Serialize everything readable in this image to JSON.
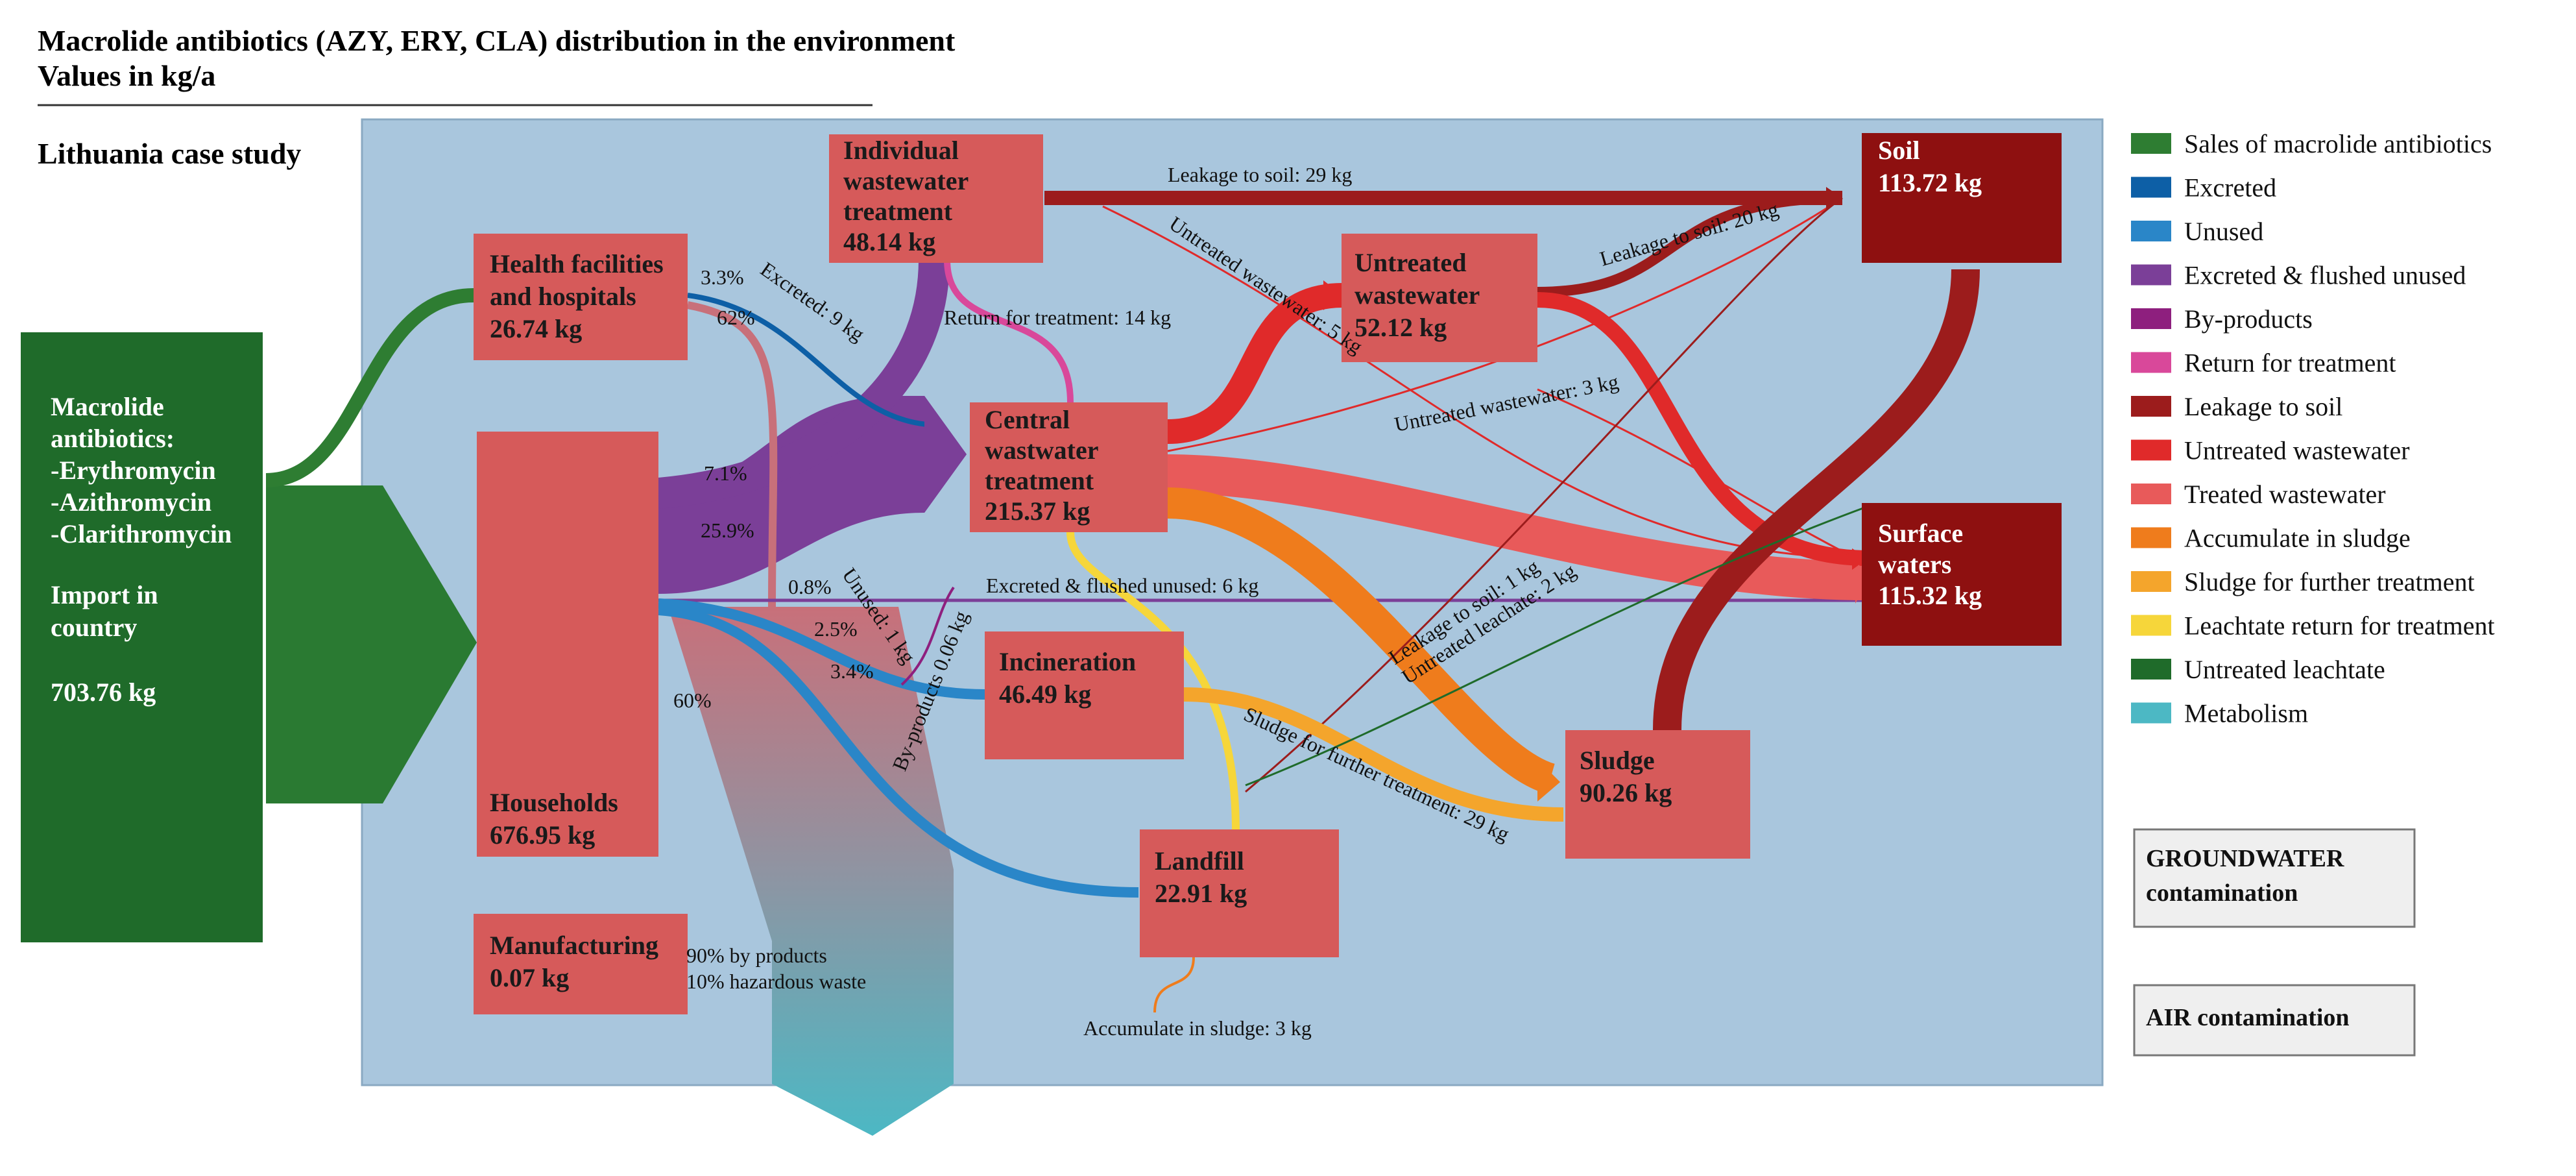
{
  "title": {
    "line1": "Macrolide antibiotics (AZY, ERY, CLA) distribution in the environment",
    "line2": "Values in kg/a"
  },
  "case_study": "Lithuania case study",
  "nodes": {
    "macrolide": {
      "lines": [
        "Macrolide",
        "antibiotics:",
        "-Erythromycin",
        "-Azithromycin",
        "-Clarithromycin"
      ],
      "import_lines": [
        "Import in",
        "country"
      ],
      "value": "703.76 kg"
    },
    "health": {
      "lines": [
        "Health facilities",
        "and hospitals"
      ],
      "value": "26.74 kg"
    },
    "households": {
      "lines": [
        "Households"
      ],
      "value": "676.95 kg"
    },
    "manufacturing": {
      "lines": [
        "Manufacturing"
      ],
      "value": "0.07 kg"
    },
    "individual": {
      "lines": [
        "Individual",
        "wastewater",
        "treatment"
      ],
      "value": "48.14 kg"
    },
    "central": {
      "lines": [
        "Central",
        "wastwater",
        "treatment"
      ],
      "value": "215.37 kg"
    },
    "untreated": {
      "lines": [
        "Untreated",
        "wastewater"
      ],
      "value": "52.12 kg"
    },
    "soil": {
      "lines": [
        "Soil"
      ],
      "value": "113.72 kg"
    },
    "surface": {
      "lines": [
        "Surface",
        "waters"
      ],
      "value": "115.32 kg"
    },
    "incineration": {
      "lines": [
        "Incineration"
      ],
      "value": "46.49 kg"
    },
    "landfill": {
      "lines": [
        "Landfill"
      ],
      "value": "22.91 kg"
    },
    "sludge": {
      "lines": [
        "Sludge"
      ],
      "value": "90.26 kg"
    }
  },
  "flow_labels": {
    "pct_33": "3.3%",
    "pct_62": "62%",
    "pct_71": "7.1%",
    "pct_259": "25.9%",
    "pct_08": "0.8%",
    "pct_25": "2.5%",
    "pct_34": "3.4%",
    "pct_60": "60%",
    "excreted_9": "Excreted: 9 kg",
    "return_14": "Return for treatment: 14 kg",
    "leak_29": "Leakage to soil: 29 kg",
    "leak_20": "Leakage to soil: 20 kg",
    "untreated_5": "Untreated wastewater: 5 kg",
    "untreated_3": "Untreated wastewater: 3 kg",
    "excr_flushed_6": "Excreted & flushed unused: 6 kg",
    "unused_1": "Unused: 1 kg",
    "byprod_006": "By-products 0.06 kg",
    "leak_1": "Leakage to soil: 1 kg",
    "untreated_leach_2": "Untreated leachate: 2 kg",
    "sludge_further_29": "Sludge for further treatment: 29 kg",
    "manuf_90": "90% by products",
    "manuf_10": "10% hazardous waste",
    "accum_3": "Accumulate in sludge: 3 kg"
  },
  "legend": [
    {
      "label": "Sales of macrolide antibiotics",
      "color": "#2e7d32"
    },
    {
      "label": "Excreted",
      "color": "#0d5fa6"
    },
    {
      "label": "Unused",
      "color": "#2a86c8"
    },
    {
      "label": "Excreted & flushed unused",
      "color": "#7b3f98"
    },
    {
      "label": "By-products",
      "color": "#8e1f7e"
    },
    {
      "label": "Return for treatment",
      "color": "#d9489a"
    },
    {
      "label": "Leakage to soil",
      "color": "#9c1c1c"
    },
    {
      "label": "Untreated wastewater",
      "color": "#e02a2a"
    },
    {
      "label": "Treated wastewater",
      "color": "#e85a5a"
    },
    {
      "label": "Accumulate in sludge",
      "color": "#ef7c1c"
    },
    {
      "label": "Sludge for further treatment",
      "color": "#f4a52c"
    },
    {
      "label": "Leachtate return for treatment",
      "color": "#f6d63a"
    },
    {
      "label": "Untreated leachtate",
      "color": "#1f6b2a"
    },
    {
      "label": "Metabolism",
      "color": "#4cb8c4"
    }
  ],
  "boxes": {
    "groundwater": [
      "GROUNDWATER",
      "contamination"
    ],
    "air": [
      "AIR contamination"
    ]
  },
  "colors": {
    "panel": "#a9c6dd",
    "node": "#d65a5a",
    "dark_node": "#8e1010",
    "import": "#1f6b2a"
  }
}
